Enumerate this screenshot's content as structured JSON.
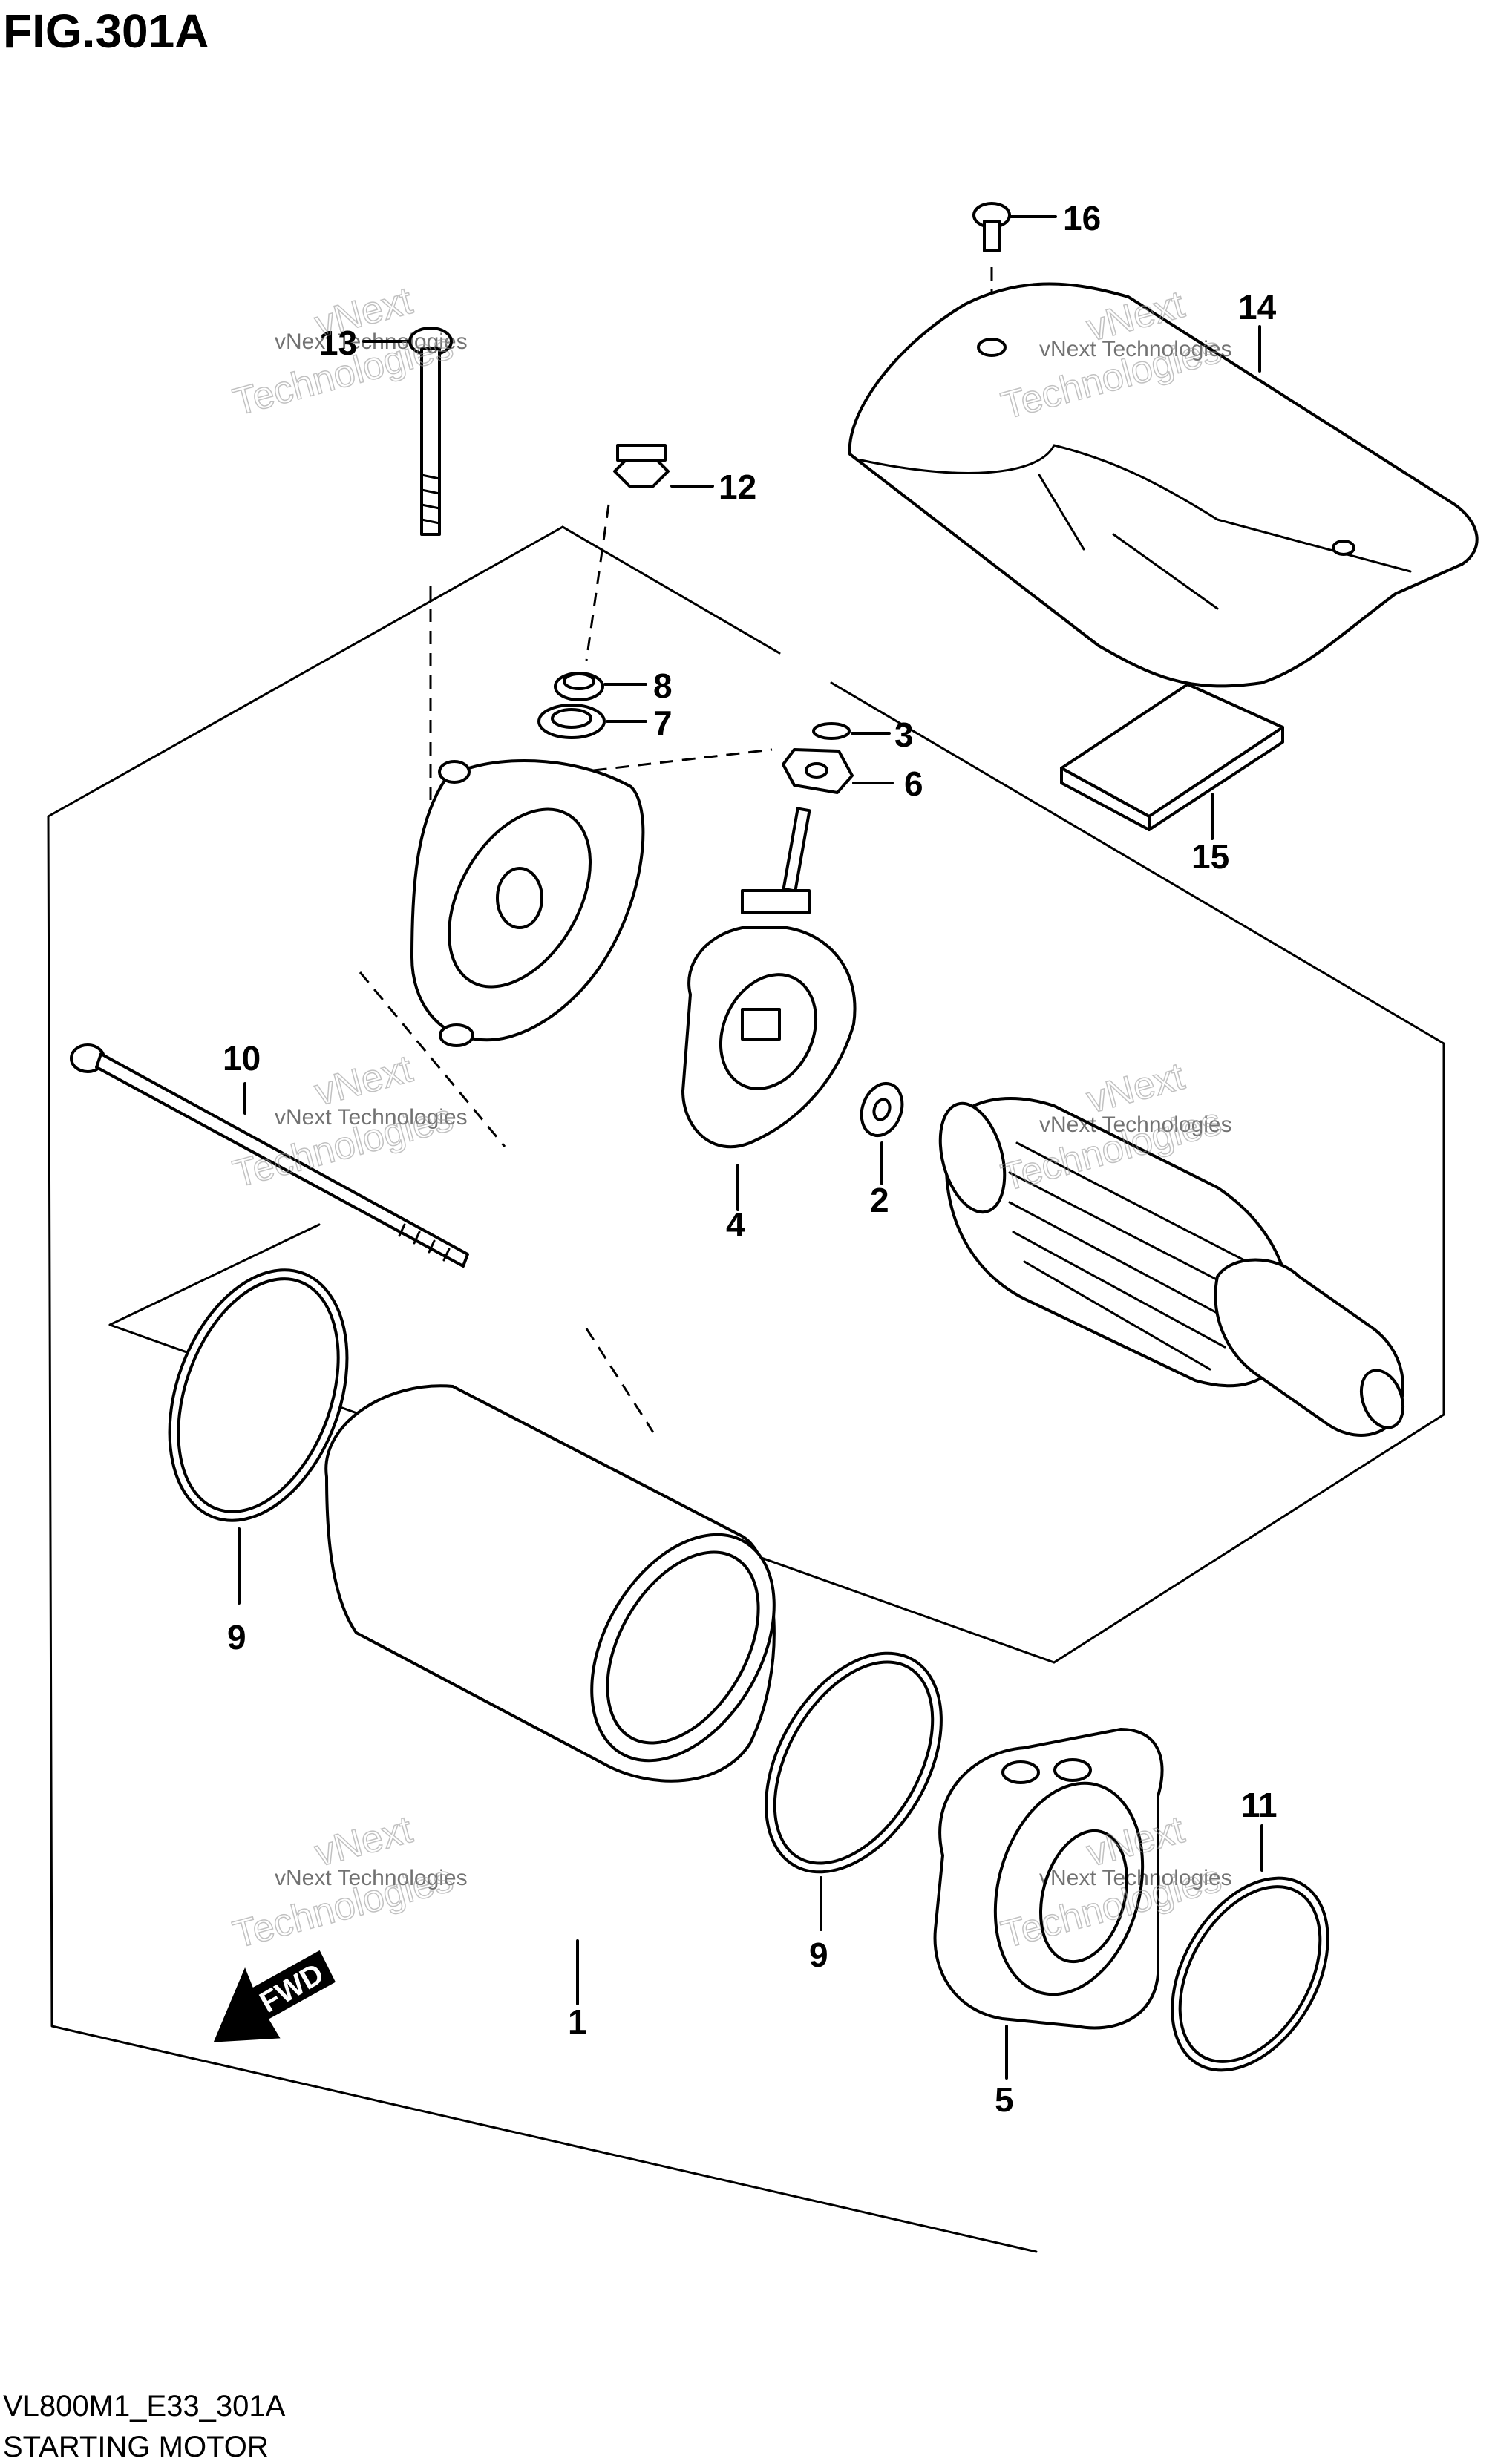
{
  "figure": {
    "title": "FIG.301A",
    "code": "VL800M1_E33_301A",
    "name": "STARTING MOTOR"
  },
  "watermark": {
    "line1": "vNext Technologies",
    "line2": "vNext",
    "line3": "Technologies"
  },
  "direction_arrow": {
    "label": "FWD"
  },
  "callouts": {
    "c1": "1",
    "c2": "2",
    "c3": "3",
    "c4": "4",
    "c5": "5",
    "c6": "6",
    "c7": "7",
    "c8": "8",
    "c9a": "9",
    "c9b": "9",
    "c10": "10",
    "c11": "11",
    "c12": "12",
    "c13": "13",
    "c14": "14",
    "c15": "15",
    "c16": "16"
  }
}
